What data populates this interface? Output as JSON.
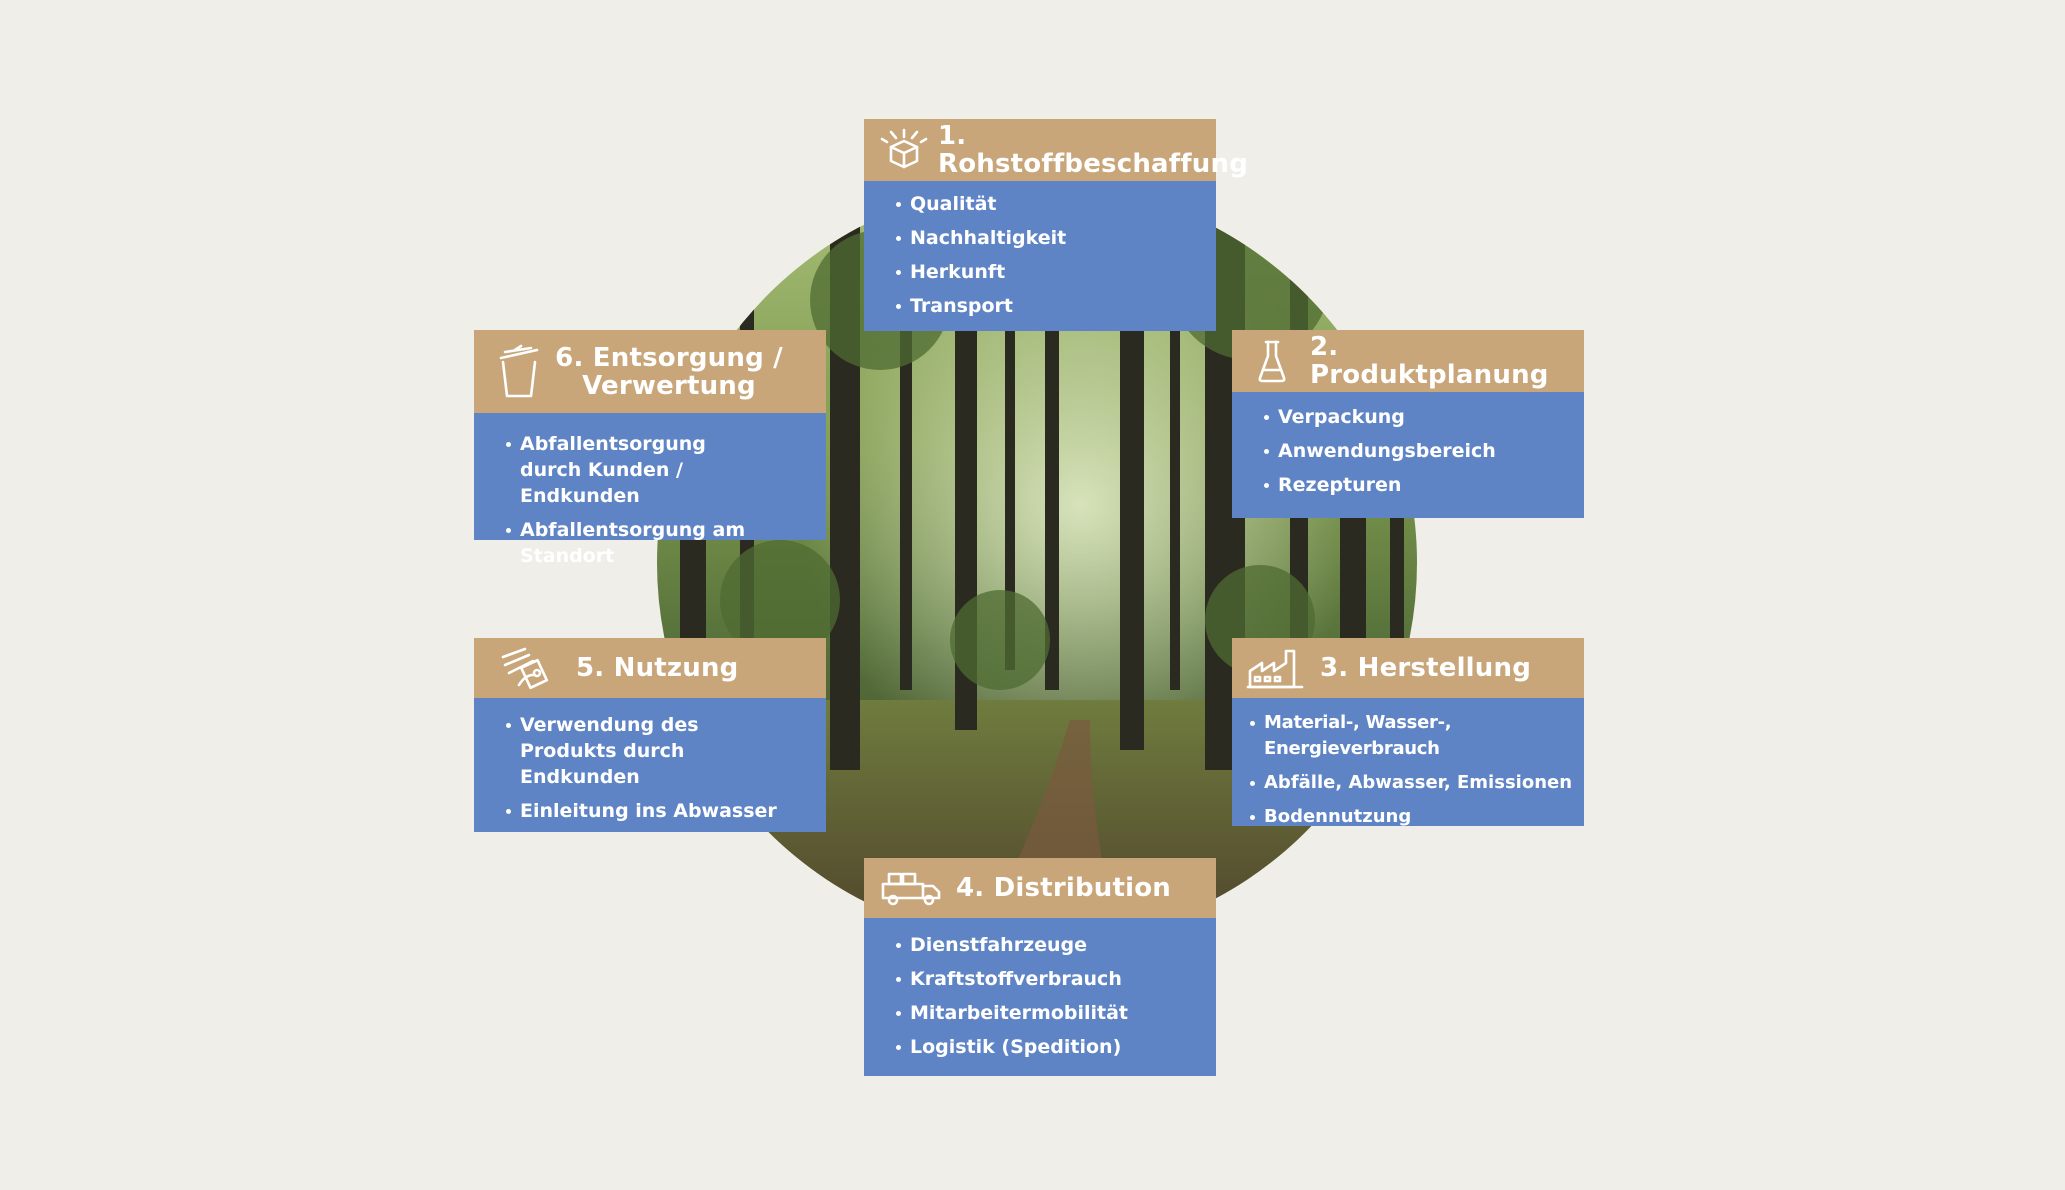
{
  "stages": [
    {
      "title": "1. Rohstoffbeschaffung",
      "icon": "open-box-icon",
      "items": [
        "Qualität",
        "Nachhaltigkeit",
        "Herkunft",
        "Transport"
      ]
    },
    {
      "title": "2. Produktplanung",
      "icon": "flask-icon",
      "items": [
        "Verpackung",
        "Anwendungsbereich",
        "Rezepturen"
      ]
    },
    {
      "title": "3. Herstellung",
      "icon": "factory-icon",
      "items": [
        "Material-, Wasser-, Energieverbrauch",
        "Abfälle, Abwasser, Emissionen",
        "Bodennutzung"
      ]
    },
    {
      "title": "4. Distribution",
      "icon": "delivery-truck-icon",
      "items": [
        "Dienstfahrzeuge",
        "Kraftstoffverbrauch",
        "Mitarbeitermobilität",
        "Logistik (Spedition)"
      ]
    },
    {
      "title": "5. Nutzung",
      "icon": "hand-with-product-icon",
      "items": [
        "Verwendung des Produkts durch Endkunden",
        "Einleitung ins Abwasser"
      ]
    },
    {
      "title_line1": "6. Entsorgung /",
      "title_line2": "Verwertung",
      "icon": "trash-bin-icon",
      "items": [
        "Abfallentsorgung durch Kunden / Endkunden",
        "Abfallentsorgung am Standort"
      ]
    }
  ],
  "colors": {
    "background": "#efeee8",
    "header": "#c9a67a",
    "body": "#5f84c6"
  }
}
